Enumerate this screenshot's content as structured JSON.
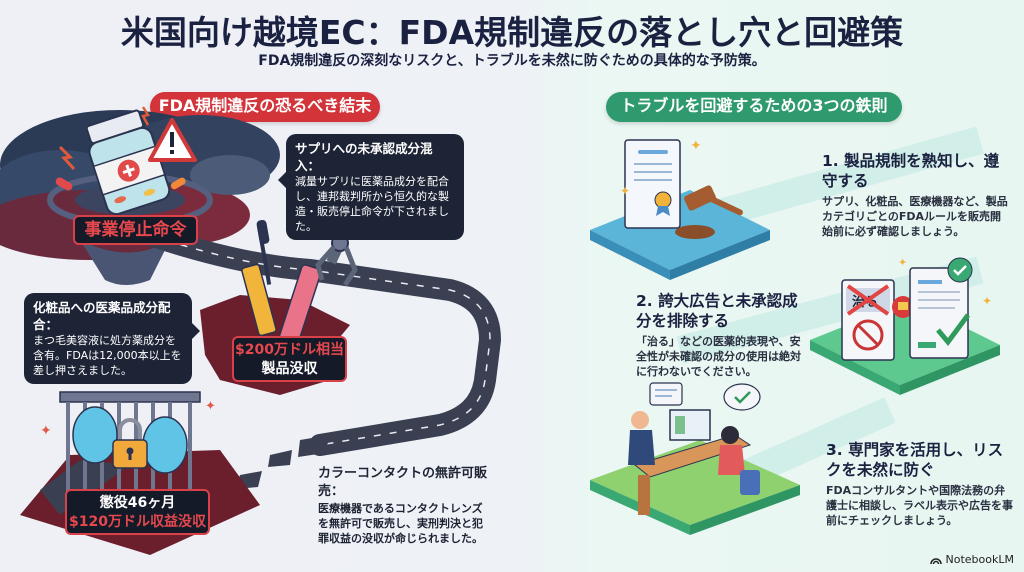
{
  "header": {
    "title": "米国向け越境EC：FDA規制違反の落とし穴と回避策",
    "subtitle": "FDA規制違反の深刻なリスクと、トラブルを未然に防ぐための具体的な予防策。"
  },
  "left_section": {
    "heading": "FDA規制違反の恐るべき結末",
    "accent_color": "#d2343a",
    "cases": [
      {
        "icon": "pill-bottle-icon",
        "badge_lines": [
          "事業停止命令"
        ],
        "callout_title": "サプリへの未承認成分混入：",
        "callout_body": "減量サプリに医薬品成分を配合し、連邦裁判所から恒久的な製造・販売停止命令が下されました。"
      },
      {
        "icon": "mascara-icon",
        "badge_lines": [
          "$200万ドル相当",
          "製品没収"
        ],
        "callout_title": "化粧品への医薬品成分配合：",
        "callout_body": "まつ毛美容液に処方薬成分を含有。FDAは12,000本以上を差し押さえました。"
      },
      {
        "icon": "caged-contact-lens-icon",
        "badge_lines": [
          "懲役46ヶ月",
          "$120万ドル収益没収"
        ],
        "callout_title": "カラーコンタクトの無許可販売：",
        "callout_body": "医療機器であるコンタクトレンズを無許可で販売し、実刑判決と犯罪収益の没収が命じられました。"
      }
    ]
  },
  "right_section": {
    "heading": "トラブルを回避するための3つの鉄則",
    "accent_color": "#2f9a6e",
    "rules": [
      {
        "icon": "certificate-gavel-icon",
        "title": "1. 製品規制を熟知し、遵守する",
        "body": "サプリ、化粧品、医療機器など、製品カテゴリごとのFDAルールを販売開始前に必ず確認しましょう。"
      },
      {
        "icon": "prohibited-claims-icon",
        "title": "2. 誇大広告と未承認成分を排除する",
        "body": "「治る」などの医薬的表現や、安全性が未確認の成分の使用は絶対に行わないでください。",
        "illustration_text": "治る"
      },
      {
        "icon": "expert-consultation-icon",
        "title": "3. 専門家を活用し、リスクを未然に防ぐ",
        "body": "FDAコンサルタントや国際法務の弁護士に相談し、ラベル表示や広告を事前にチェックしましょう。"
      }
    ]
  },
  "footer": {
    "brand": "NotebookLM"
  }
}
